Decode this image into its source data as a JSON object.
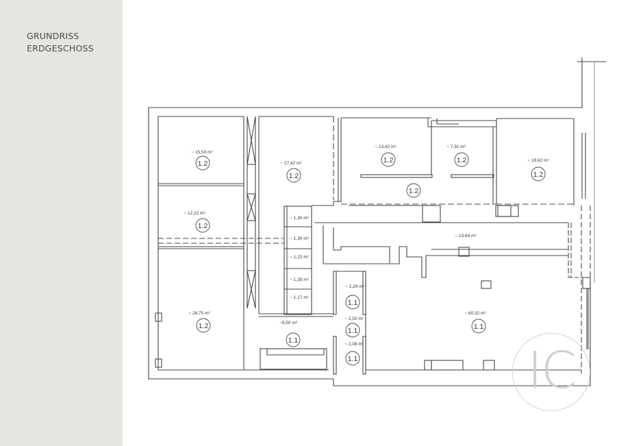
{
  "title": {
    "line1": "GRUNDRISS",
    "line2": "ERDGESCHOSS"
  },
  "watermark": {
    "text": "IC",
    "color": "#cfcfcf"
  },
  "colors": {
    "sidebar_bg": "#e7e5e1",
    "wall_line": "#444444",
    "title_text": "#4a4a4a"
  },
  "rooms": [
    {
      "id": "r1",
      "area": "~ 15,53 m²",
      "unit": "1.2"
    },
    {
      "id": "r2",
      "area": "~ 12,22 m²",
      "unit": "1.2"
    },
    {
      "id": "r3",
      "area": "~ 28,75 m²",
      "unit": "1.2"
    },
    {
      "id": "r4",
      "area": "~ 27,42 m²",
      "unit": "1.2"
    },
    {
      "id": "r5",
      "area": "~ 13,42 m²",
      "unit": "1.2"
    },
    {
      "id": "r6",
      "area": "~ 7,91 m²",
      "unit": "1.2"
    },
    {
      "id": "r7",
      "area": "~ 19,62 m²",
      "unit": "1.2"
    },
    {
      "id": "r8",
      "area": "",
      "unit": "1.2"
    },
    {
      "id": "r9",
      "area": "~ 1,30 m²",
      "unit": ""
    },
    {
      "id": "r10",
      "area": "~ 1,30 m²",
      "unit": ""
    },
    {
      "id": "r11",
      "area": "~ 1,22 m²",
      "unit": ""
    },
    {
      "id": "r12",
      "area": "~ 1,35 m²",
      "unit": ""
    },
    {
      "id": "r13",
      "area": "~ 1,17 m²",
      "unit": ""
    },
    {
      "id": "r14",
      "area": "~ 13,64 m²",
      "unit": ""
    },
    {
      "id": "r15",
      "area": "~ 2,24 m²",
      "unit": "1.1"
    },
    {
      "id": "r16",
      "area": "~ 2,02 m²",
      "unit": "1.1"
    },
    {
      "id": "r17",
      "area": "~ 2,08 m²",
      "unit": "1.1"
    },
    {
      "id": "r18",
      "area": "~9,50 m²",
      "unit": "1.1"
    },
    {
      "id": "r19",
      "area": "~ 60,32 m²",
      "unit": "1.1"
    }
  ]
}
